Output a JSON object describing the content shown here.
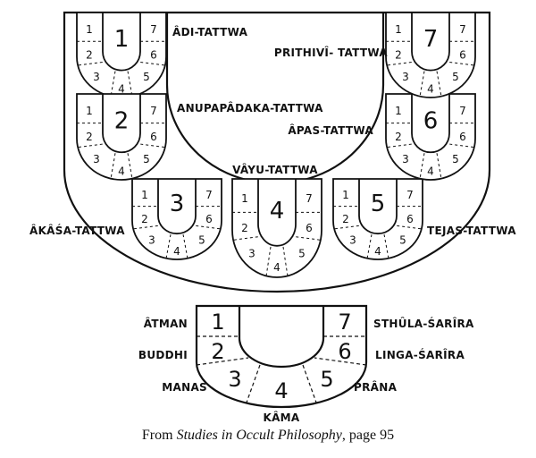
{
  "diagram": {
    "tattwa_labels": {
      "adi": "ÂDI-TATTWA",
      "prithivi": "PRITHIVÎ- TATTWA",
      "anupapadaka": "ANUPAPÂDAKA-TATTWA",
      "apas": "ÂPAS-TATTWA",
      "vayu": "VÂYU-TATTWA",
      "akasa": "ÂKÂŚA-TATTWA",
      "tejas": "TEJAS-TATTWA"
    },
    "cells": [
      "1",
      "2",
      "3",
      "4",
      "5",
      "6",
      "7"
    ],
    "units": [
      {
        "name": "unit-1",
        "big": "1"
      },
      {
        "name": "unit-2",
        "big": "2"
      },
      {
        "name": "unit-3",
        "big": "3"
      },
      {
        "name": "unit-4",
        "big": "4"
      },
      {
        "name": "unit-5",
        "big": "5"
      },
      {
        "name": "unit-6",
        "big": "6"
      },
      {
        "name": "unit-7",
        "big": "7"
      }
    ],
    "legend": {
      "numbers": [
        "1",
        "2",
        "3",
        "4",
        "5",
        "6",
        "7"
      ],
      "labels": {
        "atman": "ÂTMAN",
        "buddhi": "BUDDHI",
        "manas": "MANAS",
        "kama": "KÂMA",
        "prana": "PRÂNA",
        "linga": "LINGA-ŚARÎRA",
        "sthula": "STHÛLA-ŚARÎRA"
      }
    }
  },
  "caption": {
    "prefix": "From",
    "title": "Studies in Occult Philosophy",
    "suffix": ", page 95"
  }
}
